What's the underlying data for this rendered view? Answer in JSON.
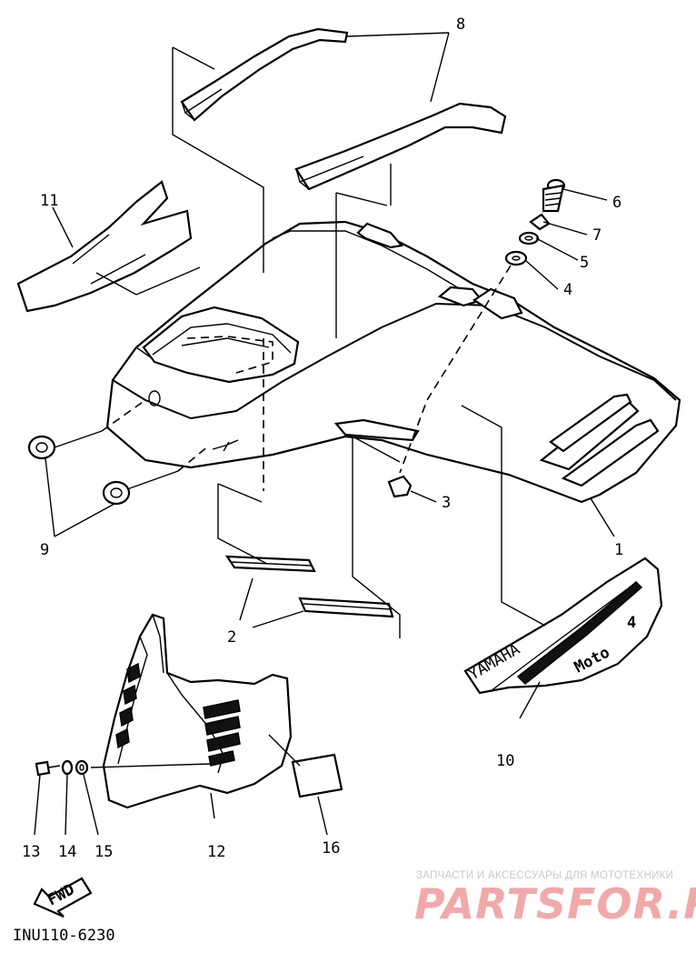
{
  "diagram": {
    "callouts": [
      {
        "id": "c1",
        "label": "1"
      },
      {
        "id": "c2",
        "label": "2"
      },
      {
        "id": "c3",
        "label": "3"
      },
      {
        "id": "c4",
        "label": "4"
      },
      {
        "id": "c5",
        "label": "5"
      },
      {
        "id": "c6",
        "label": "6"
      },
      {
        "id": "c7",
        "label": "7"
      },
      {
        "id": "c8",
        "label": "8"
      },
      {
        "id": "c9",
        "label": "9"
      },
      {
        "id": "c10",
        "label": "10"
      },
      {
        "id": "c11",
        "label": "11"
      },
      {
        "id": "c12",
        "label": "12"
      },
      {
        "id": "c13",
        "label": "13"
      },
      {
        "id": "c14",
        "label": "14"
      },
      {
        "id": "c15",
        "label": "15"
      },
      {
        "id": "c16",
        "label": "16"
      }
    ],
    "fwd_label": "FWD",
    "drawing_code": "INU110-6230",
    "emblem": {
      "brand": "YAMAHA",
      "model": "Moto",
      "digit": "4"
    }
  },
  "watermark": {
    "tagline": "ЗАПЧАСТИ И АКСЕССУАРЫ ДЛЯ МОТОТЕХНИКИ",
    "logo": "PARTSFOR.RU",
    "color": "#f1a9a9"
  }
}
